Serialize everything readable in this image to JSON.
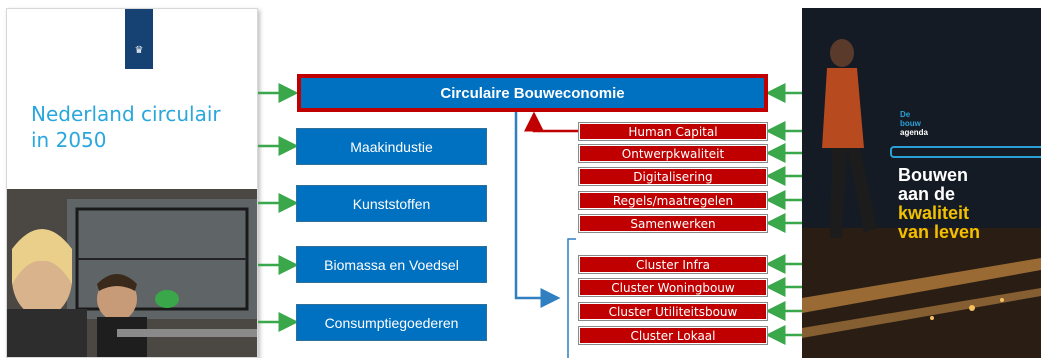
{
  "left_cover": {
    "title_line1": "Nederland circulair",
    "title_line2": "in 2050"
  },
  "right_cover": {
    "small_line1": "De",
    "small_line2": "bouw",
    "small_line3": "agenda",
    "title_line1": "Bouwen",
    "title_line2": "aan de",
    "title_line3": "kwaliteit",
    "title_line4": "van leven"
  },
  "main_box": {
    "label": "Circulaire Bouweconomie"
  },
  "left_boxes": [
    {
      "label": "Maakindustie"
    },
    {
      "label": "Kunststoffen"
    },
    {
      "label": "Biomassa en Voedsel"
    },
    {
      "label": "Consumptiegoederen"
    }
  ],
  "red_boxes_top": [
    {
      "label": "Human Capital"
    },
    {
      "label": "Ontwerpkwaliteit"
    },
    {
      "label": "Digitalisering"
    },
    {
      "label": "Regels/maatregelen"
    },
    {
      "label": "Samenwerken"
    }
  ],
  "red_boxes_bottom": [
    {
      "label": "Cluster Infra"
    },
    {
      "label": "Cluster Woningbouw"
    },
    {
      "label": "Cluster Utiliteitsbouw"
    },
    {
      "label": "Cluster Lokaal"
    }
  ],
  "colors": {
    "blue_box": "#0070c0",
    "red_box": "#c00000",
    "green_arrow": "#3aa84a",
    "blue_arrow": "#2f7fc1",
    "red_arrow": "#c00000"
  }
}
